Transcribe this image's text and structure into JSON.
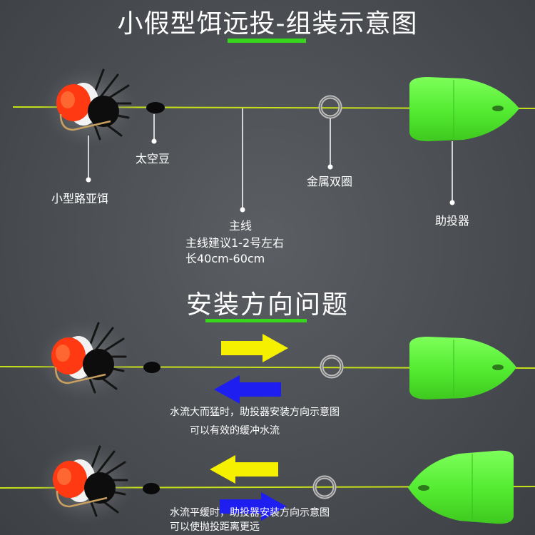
{
  "section1": {
    "title": "小假型饵远投-组装示意图",
    "labels": {
      "lure": "小型路亚饵",
      "bead": "太空豆",
      "ring": "金属双圈",
      "float": "助投器",
      "main_line": "主线",
      "main_line_advice": "主线建议1-2号左右",
      "main_line_length": "长40cm-60cm"
    }
  },
  "section2": {
    "title": "安装方向问题",
    "case_fast": {
      "line1": "水流大而猛时，助投器安装方向示意图",
      "line2": "可以有效的缓冲水流"
    },
    "case_slow": {
      "line1": "水流平缓时，助投器安装方向示意图",
      "line2": "可以使抛投距离更远"
    }
  },
  "colors": {
    "line": "#c8e01a",
    "float": "#5cf23c",
    "underline": "#37d61c",
    "arrow_yellow": "#f5f000",
    "arrow_blue": "#1e1ef0"
  }
}
